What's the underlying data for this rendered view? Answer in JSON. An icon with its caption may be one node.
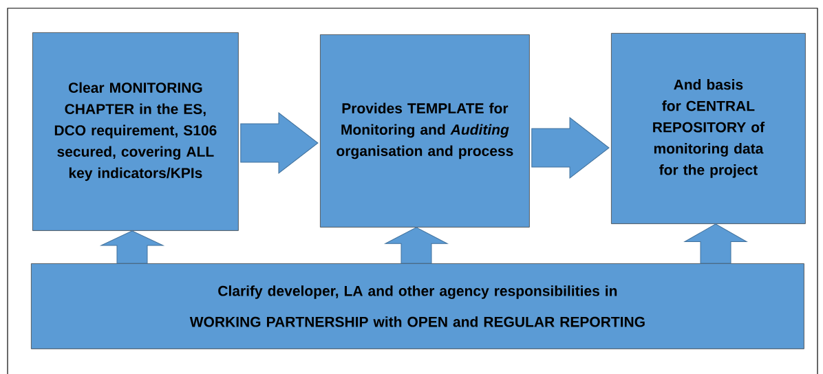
{
  "diagram": {
    "nodes": [
      {
        "text": [
          "Clear MONITORING CHAPTER in the ES, DCO requirement, S106 secured, covering ALL key indicators/KPIs"
        ]
      },
      {
        "text": [
          "Provides TEMPLATE for Monitoring and *Auditing* organisation and process"
        ]
      },
      {
        "text": [
          "And basis for CENTRAL REPOSITORY of monitoring data for the project"
        ]
      },
      {
        "text": [
          "Clarify developer, LA and other agency responsibilities in",
          "WORKING PARTNERSHIP with OPEN and REGULAR REPORTING"
        ]
      }
    ],
    "edges": [
      {
        "from": 0,
        "to": 1,
        "arrow": "to"
      },
      {
        "from": 1,
        "to": 2,
        "arrow": "to"
      },
      {
        "from": 3,
        "to": 0,
        "arrow": "to"
      },
      {
        "from": 3,
        "to": 1,
        "arrow": "to"
      },
      {
        "from": 3,
        "to": 2,
        "arrow": "to"
      }
    ]
  }
}
